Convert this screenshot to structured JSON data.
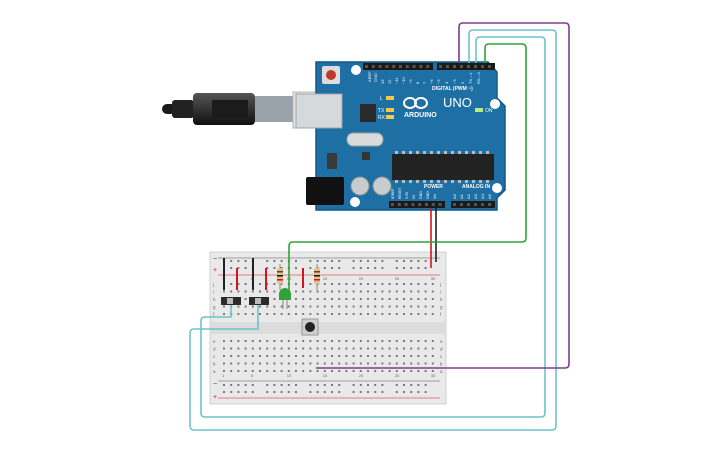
{
  "board": {
    "brand": "ARDUINO",
    "model": "UNO",
    "digital_label": "DIGITAL (PWM ~)",
    "power_label": "POWER",
    "analog_label": "ANALOG IN",
    "aref_label": "AREF",
    "gnd_label": "GND",
    "led_l_label": "L",
    "led_tx_label": "TX",
    "led_rx_label": "RX",
    "on_label": "ON",
    "digital_pins": [
      "13",
      "12",
      "~11",
      "~10",
      "~9",
      "8",
      "7",
      "~6",
      "~5",
      "4",
      "~3",
      "2",
      "TX→1",
      "RX←0"
    ],
    "power_pins": [
      "IOREF",
      "RESET",
      "3.3V",
      "5V",
      "GND",
      "GND",
      "Vin"
    ],
    "analog_pins": [
      "A0",
      "A1",
      "A2",
      "A3",
      "A4",
      "A5"
    ]
  },
  "breadboard": {
    "row_letters_top": [
      "j",
      "i",
      "h",
      "g",
      "f"
    ],
    "row_letters_bottom": [
      "e",
      "d",
      "c",
      "b",
      "a"
    ],
    "columns": [
      "1",
      "5",
      "10",
      "15",
      "20",
      "25",
      "30"
    ],
    "rail_plus": "+",
    "rail_minus": "−"
  },
  "colors": {
    "board_blue": "#1d6fa4",
    "wire_green": "#2fa33a",
    "wire_cyan": "#6fc2cc",
    "wire_purple": "#7b3f8f",
    "wire_red": "#d0161e",
    "wire_black": "#222222"
  }
}
